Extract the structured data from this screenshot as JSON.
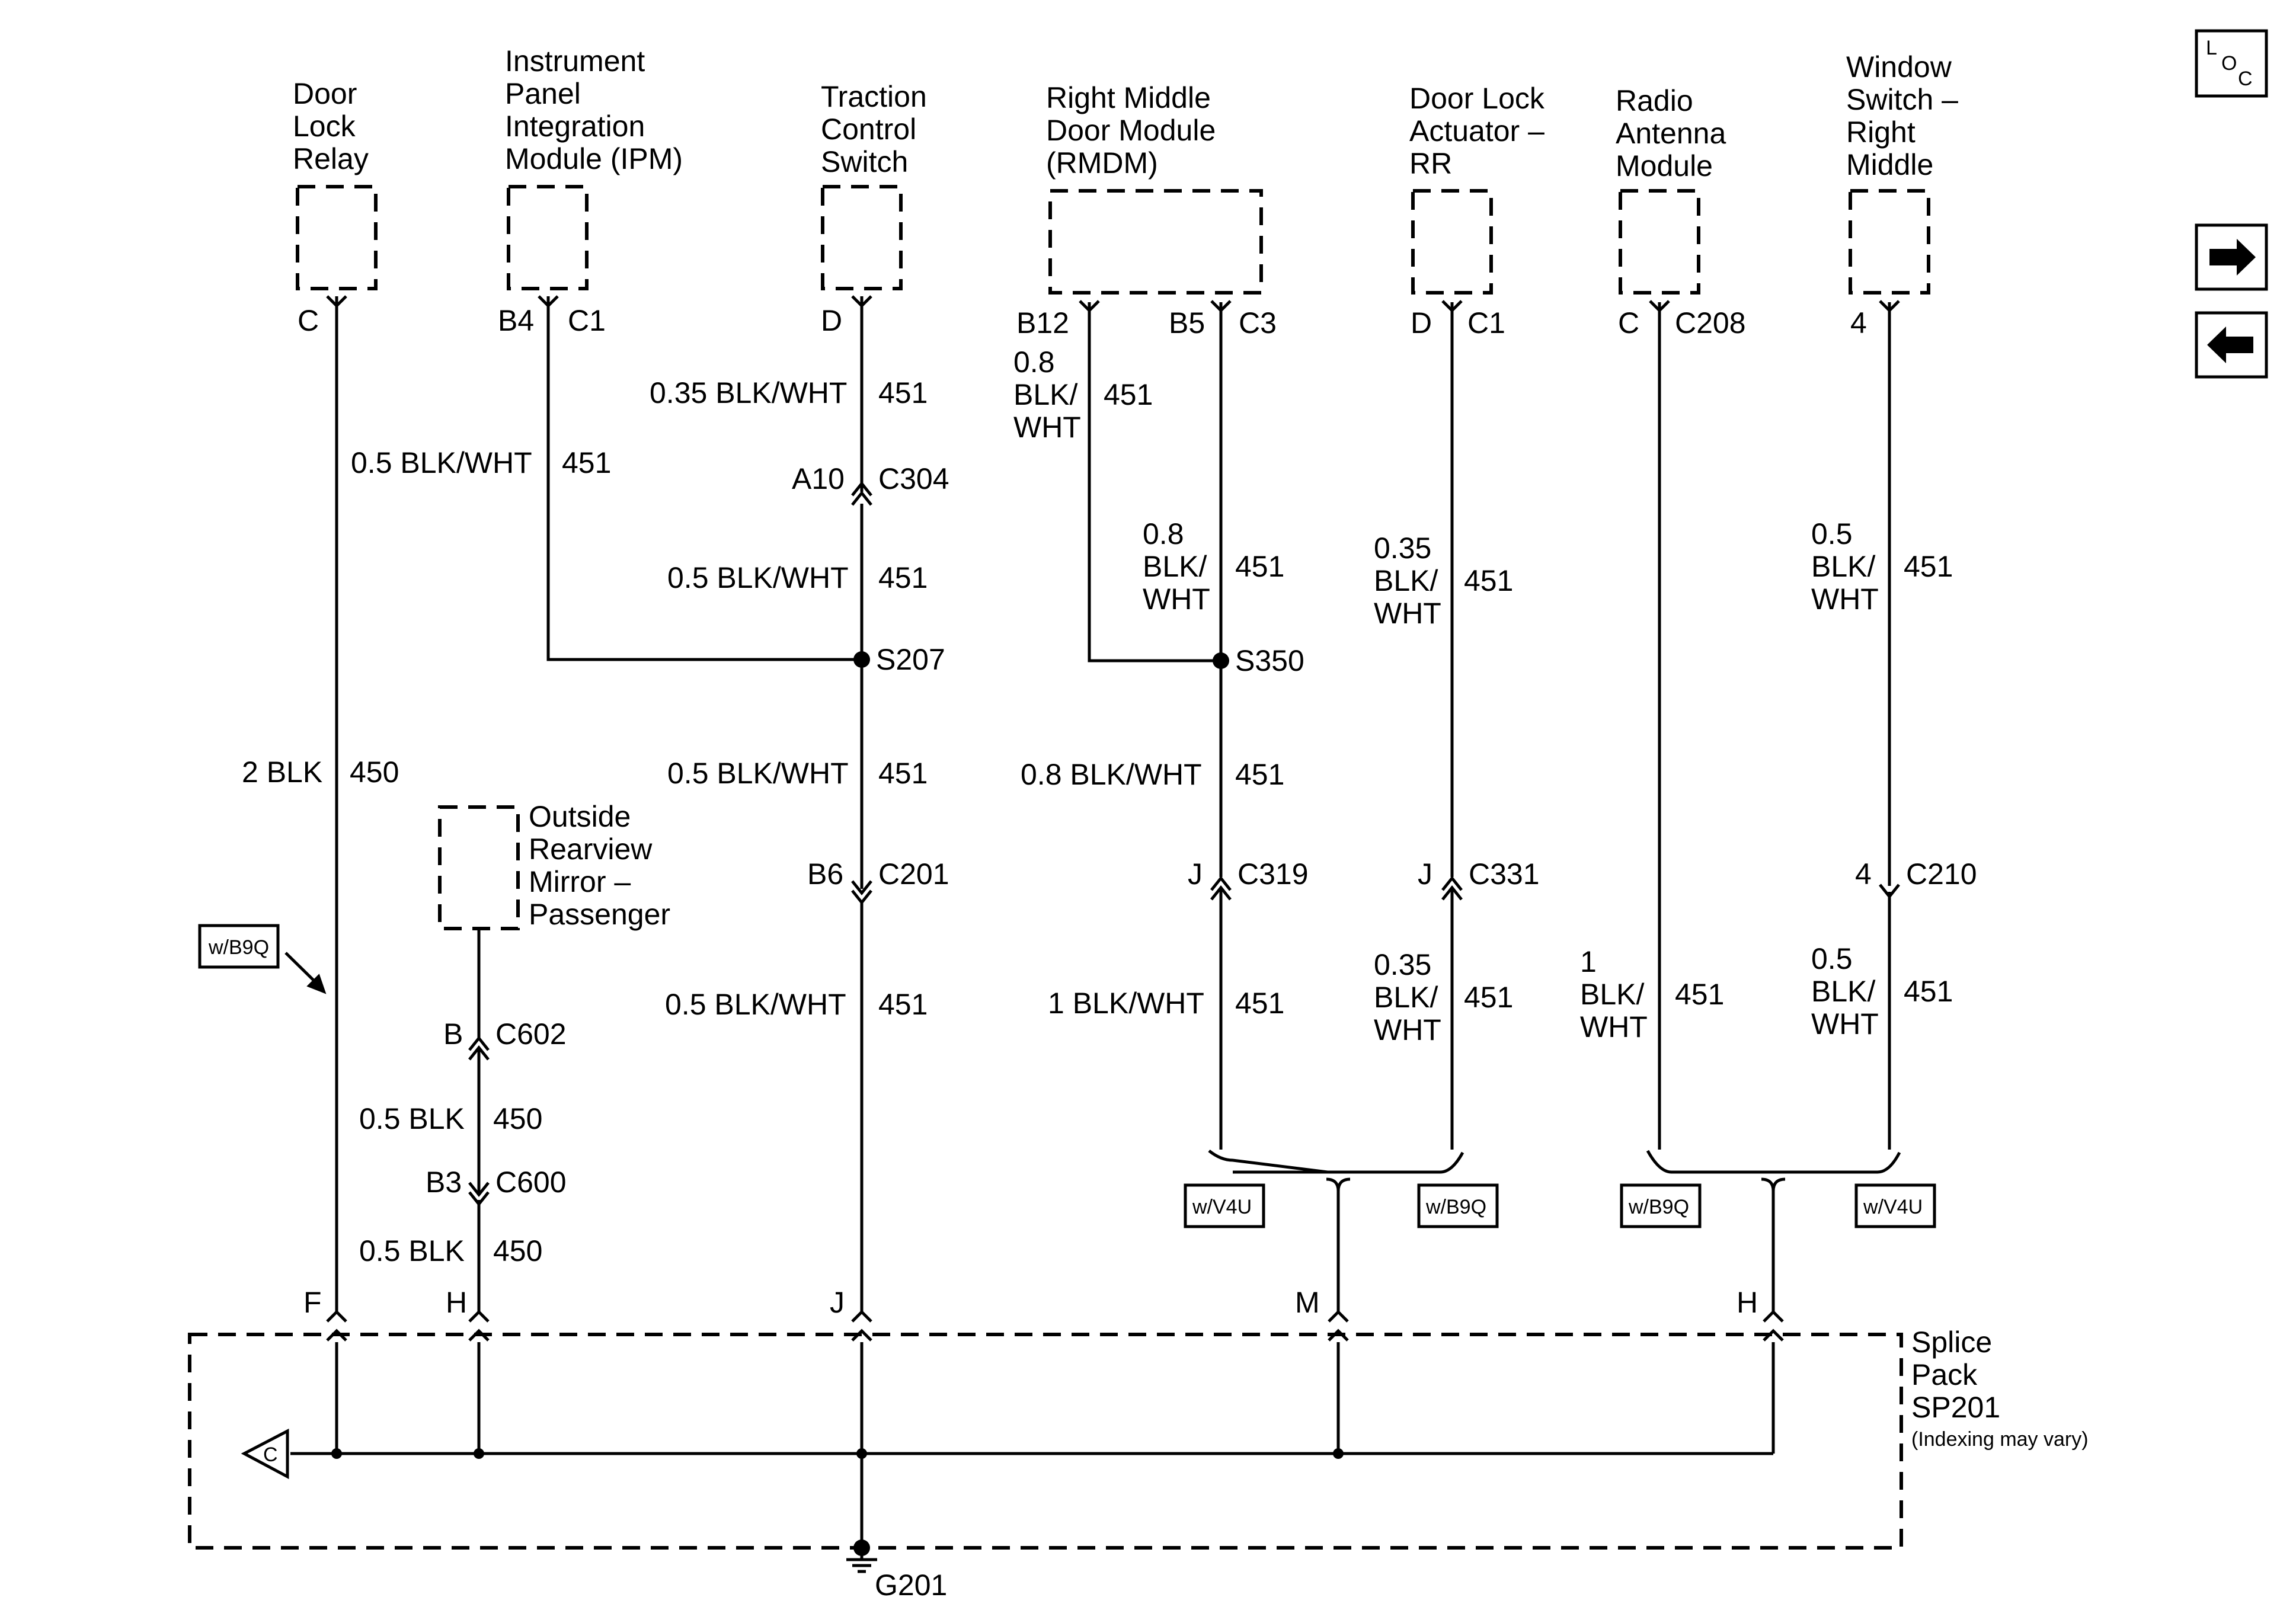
{
  "components": {
    "door_lock_relay": [
      "Door",
      "Lock",
      "Relay"
    ],
    "ipm": [
      "Instrument",
      "Panel",
      "Integration",
      "Module (IPM)"
    ],
    "traction_switch": [
      "Traction",
      "Control",
      "Switch"
    ],
    "rmdm": [
      "Right Middle",
      "Door Module",
      "(RMDM)"
    ],
    "door_lock_actuator": [
      "Door Lock",
      "Actuator –",
      "RR"
    ],
    "radio_antenna": [
      "Radio",
      "Antenna",
      "Module"
    ],
    "window_switch": [
      "Window",
      "Switch –",
      "Right",
      "Middle"
    ],
    "mirror": [
      "Outside",
      "Rearview",
      "Mirror –",
      "Passenger"
    ],
    "splice_pack": [
      "Splice",
      "Pack",
      "SP201"
    ],
    "splice_note": "(Indexing may vary)"
  },
  "pins": {
    "c1": "C",
    "c2a": "B4",
    "c2b": "C1",
    "c3": "D",
    "c4a": "B12",
    "c4b": "B5",
    "c4c": "C3",
    "c5a": "D",
    "c5b": "C1",
    "c6a": "C",
    "c6b": "C208",
    "c7": "4",
    "sp_f": "F",
    "sp_h": "H",
    "sp_j": "J",
    "sp_m": "M",
    "sp_h2": "H"
  },
  "connectors": {
    "a10": "A10",
    "c304": "C304",
    "b6": "B6",
    "c201": "C201",
    "j319": "J",
    "c319": "C319",
    "j331": "J",
    "c331": "C331",
    "p210": "4",
    "c210": "C210",
    "b602": "B",
    "c602": "C602",
    "b3": "B3",
    "c600": "C600"
  },
  "wires": {
    "w1": "2 BLK",
    "w1c": "450",
    "w2": "0.5 BLK/WHT",
    "w2c": "451",
    "w3a": "0.35 BLK/WHT",
    "w3ac": "451",
    "w3b": "0.5 BLK/WHT",
    "w3bc": "451",
    "w3c": "0.5 BLK/WHT",
    "w3cc": "451",
    "w3d": "0.5 BLK/WHT",
    "w3dc": "451",
    "w4a": [
      "0.8",
      "BLK/",
      "WHT"
    ],
    "w4ac": "451",
    "w4b": [
      "0.8",
      "BLK/",
      "WHT"
    ],
    "w4bc": "451",
    "w4c": "0.8 BLK/WHT",
    "w4cc": "451",
    "w4d": "1 BLK/WHT",
    "w4dc": "451",
    "w5a": [
      "0.35",
      "BLK/",
      "WHT"
    ],
    "w5ac": "451",
    "w5b": [
      "0.35",
      "BLK/",
      "WHT"
    ],
    "w5bc": "451",
    "w6": [
      "1",
      "BLK/",
      "WHT"
    ],
    "w6c": "451",
    "w7a": [
      "0.5",
      "BLK/",
      "WHT"
    ],
    "w7ac": "451",
    "w7b": [
      "0.5",
      "BLK/",
      "WHT"
    ],
    "w7bc": "451",
    "w8a": "0.5 BLK",
    "w8ac": "450",
    "w8b": "0.5 BLK",
    "w8bc": "450"
  },
  "splices": {
    "s207": "S207",
    "s350": "S350"
  },
  "ground": "G201",
  "options": {
    "o1": "w/B9Q",
    "o2": "w/V4U",
    "o3": "w/B9Q",
    "o4": "w/B9Q",
    "o5": "w/V4U"
  },
  "ground_ref": "C",
  "nav": {
    "loc_l": "L",
    "loc_o": "O",
    "loc_c": "C"
  }
}
